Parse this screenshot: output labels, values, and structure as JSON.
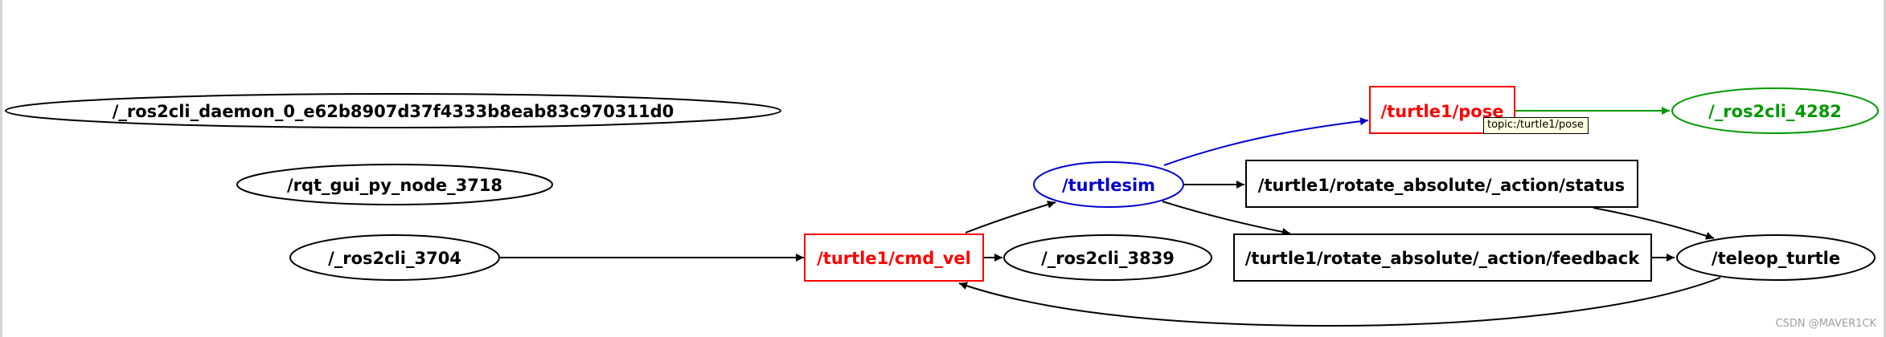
{
  "colors": {
    "default": "#000000",
    "topic_highlight": "#ff0000",
    "node_highlight": "#0000cc",
    "subscriber_highlight": "#009900",
    "tooltip_background": "#ffffe1",
    "watermark": "#a0a0a0"
  },
  "nodes": {
    "daemon": "/_ros2cli_daemon_0_e62b8907d37f4333b8eab83c970311d0",
    "rqt_gui": "/rqt_gui_py_node_3718",
    "ros2cli_3704": "/_ros2cli_3704",
    "cmd_vel": "/turtle1/cmd_vel",
    "ros2cli_3839": "/_ros2cli_3839",
    "turtlesim": "/turtlesim",
    "pose": "/turtle1/pose",
    "ros2cli_4282": "/_ros2cli_4282",
    "status": "/turtle1/rotate_absolute/_action/status",
    "feedback": "/turtle1/rotate_absolute/_action/feedback",
    "teleop": "/teleop_turtle"
  },
  "tooltip": "topic:/turtle1/pose",
  "watermark": "CSDN @MAVER1CK"
}
